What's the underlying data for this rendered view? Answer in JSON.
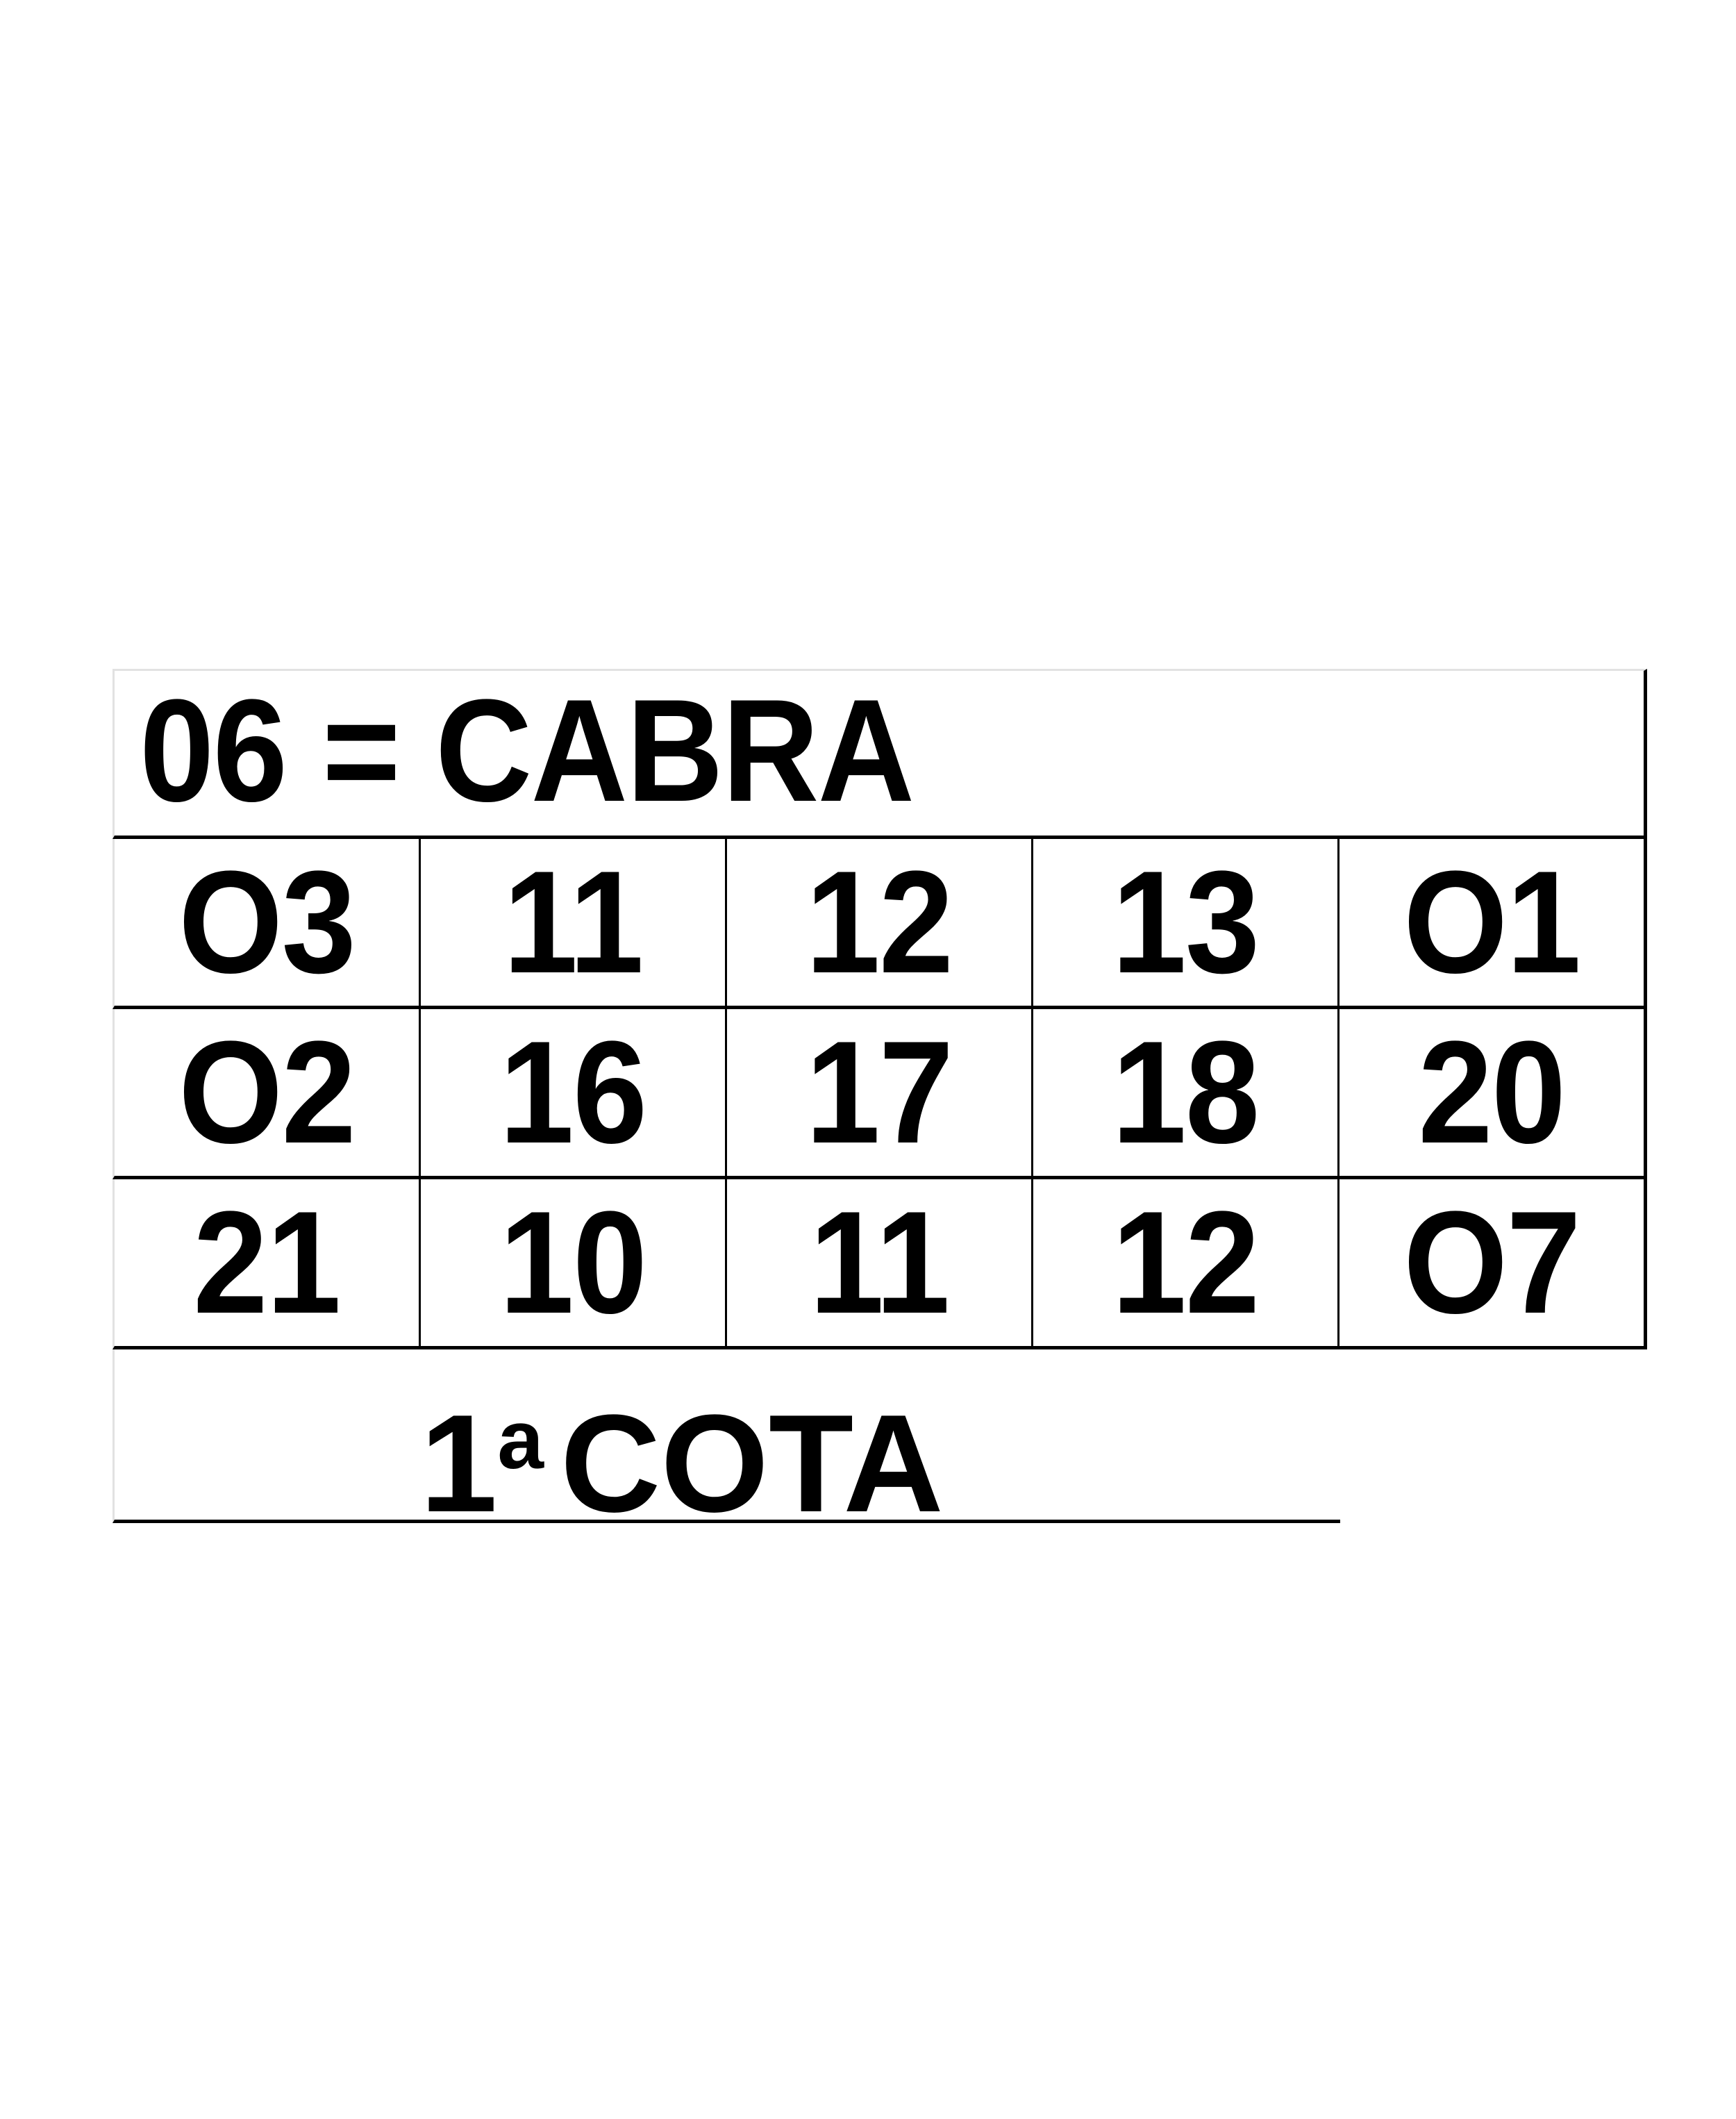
{
  "header": {
    "title": "06 = CABRA"
  },
  "grid": {
    "rows": [
      [
        "O3",
        "11",
        "12",
        "13",
        "O1"
      ],
      [
        "O2",
        "16",
        "17",
        "18",
        "20"
      ],
      [
        "21",
        "10",
        "11",
        "12",
        "O7"
      ]
    ]
  },
  "footer": {
    "number": "1",
    "ordinal": "a",
    "label": "COTA"
  },
  "colors": {
    "text": "#000000",
    "background": "#ffffff",
    "border": "#000000",
    "light_border": "#e2e2e2"
  }
}
